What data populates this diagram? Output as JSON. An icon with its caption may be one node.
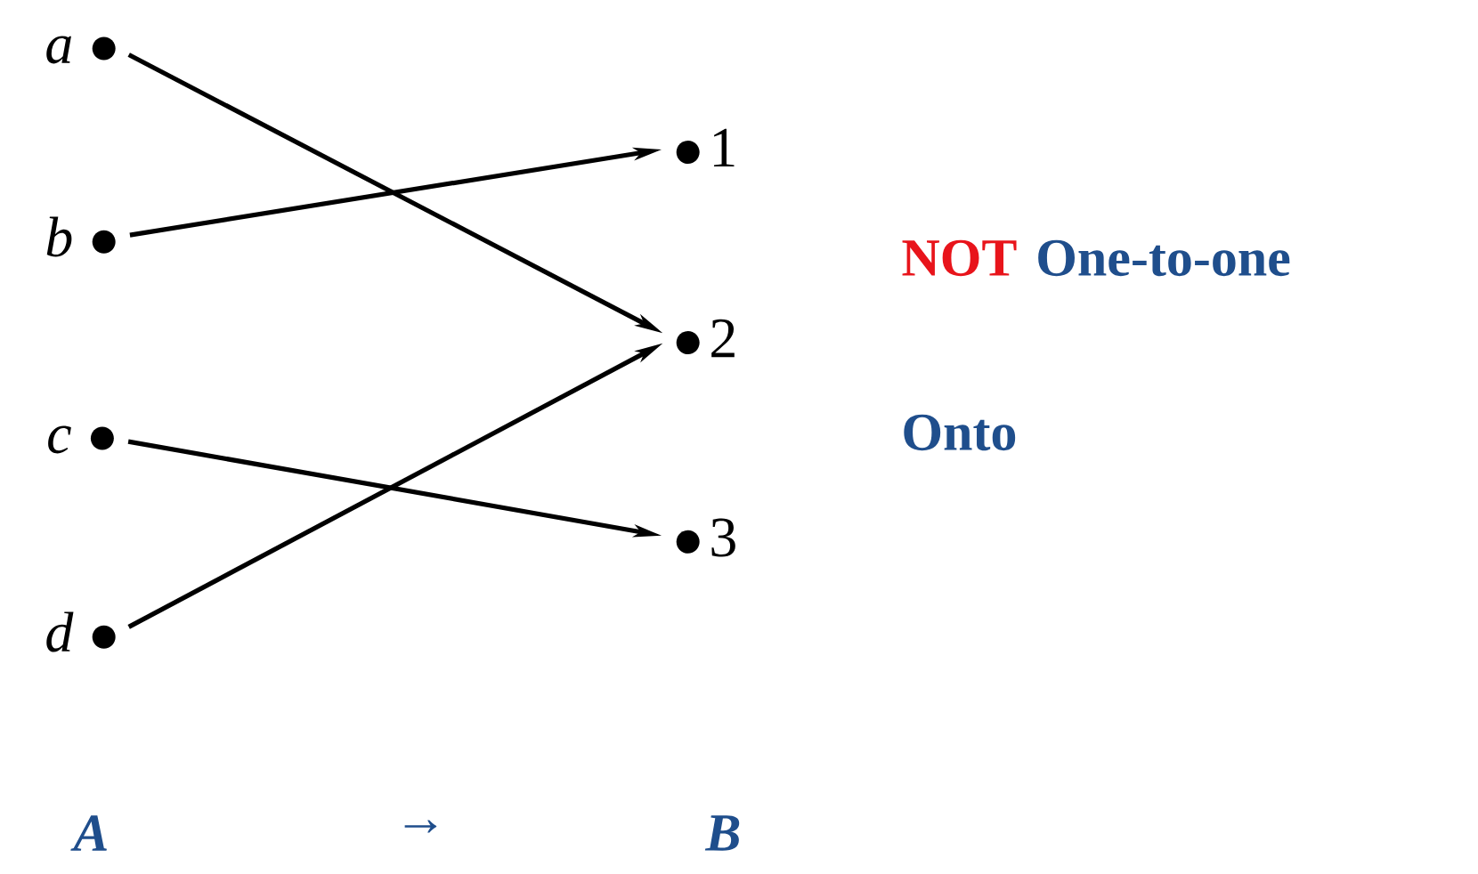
{
  "diagram": {
    "nodes": [
      {
        "text": [
          "a"
        ]
      },
      {
        "text": [
          "b"
        ]
      },
      {
        "text": [
          "c"
        ]
      },
      {
        "text": [
          "d"
        ]
      },
      {
        "text": [
          "1"
        ]
      },
      {
        "text": [
          "2"
        ]
      },
      {
        "text": [
          "3"
        ]
      }
    ],
    "edges": [
      {
        "from": 0,
        "to": 5,
        "arrow": "to"
      },
      {
        "from": 1,
        "to": 4,
        "arrow": "to"
      },
      {
        "from": 2,
        "to": 6,
        "arrow": "to"
      },
      {
        "from": 3,
        "to": 5,
        "arrow": "to"
      }
    ],
    "labels": [
      "NOT",
      "One-to-one",
      "Onto",
      "A",
      "→",
      "B"
    ]
  }
}
